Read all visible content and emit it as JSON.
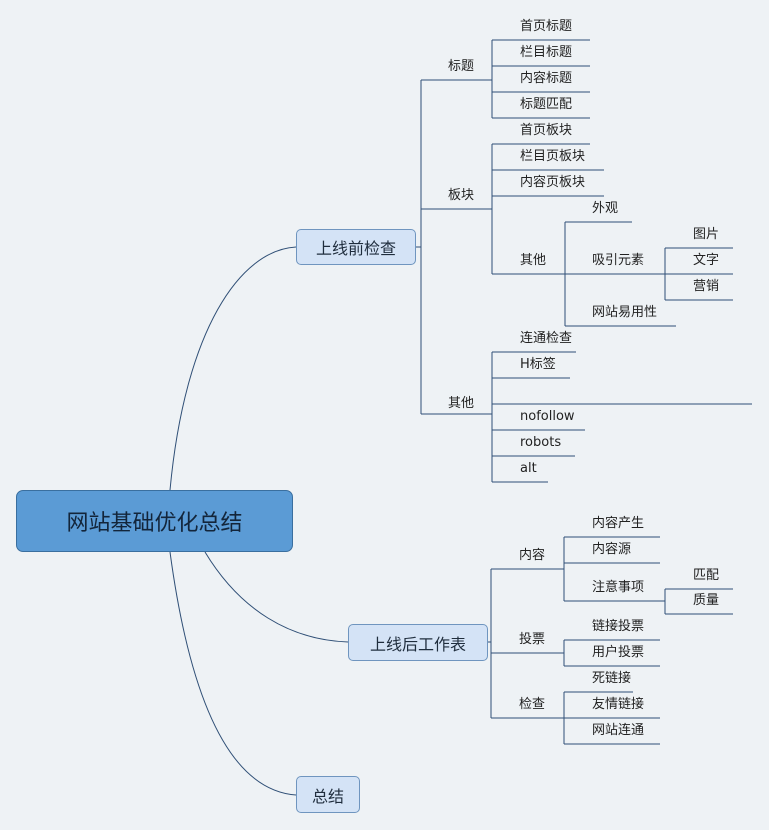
{
  "root": "网站基础优化总结",
  "main": {
    "pre": "上线前检查",
    "post": "上线后工作表",
    "summary": "总结"
  },
  "pre": {
    "title": {
      "label": "标题",
      "items": [
        "首页标题",
        "栏目标题",
        "内容标题",
        "标题匹配"
      ]
    },
    "block": {
      "label": "板块",
      "items": [
        "首页板块",
        "栏目页板块",
        "内容页板块"
      ],
      "other": {
        "label": "其他",
        "appearance": "外观",
        "attract": {
          "label": "吸引元素",
          "items": [
            "图片",
            "文字",
            "营销"
          ]
        },
        "usability": "网站易用性"
      }
    },
    "other": {
      "label": "其他",
      "items": [
        "连通检查",
        "H标签",
        "",
        "nofollow",
        "robots",
        "alt"
      ]
    }
  },
  "post": {
    "content": {
      "label": "内容",
      "items": [
        "内容产生",
        "内容源"
      ],
      "notes": {
        "label": "注意事项",
        "items": [
          "匹配",
          "质量"
        ]
      }
    },
    "vote": {
      "label": "投票",
      "items": [
        "链接投票",
        "用户投票"
      ]
    },
    "check": {
      "label": "检查",
      "items": [
        "死链接",
        "友情链接",
        "网站连通"
      ]
    }
  },
  "colors": {
    "background": "#eef2f5",
    "root_fill": "#5b9bd5",
    "main_fill": "#d4e3f6",
    "line": "#2f4f76"
  }
}
